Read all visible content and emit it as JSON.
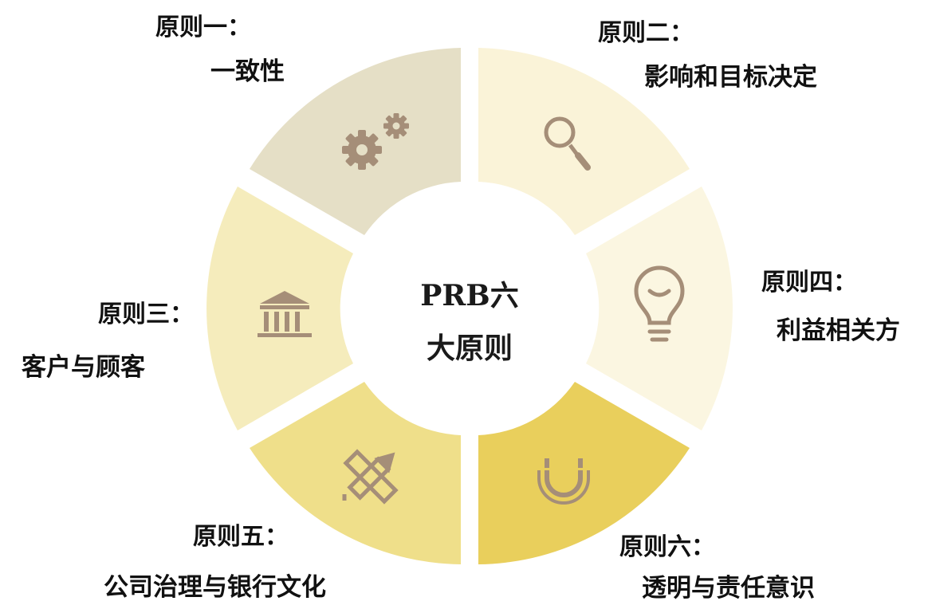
{
  "center": {
    "line1": "PRB六",
    "line2": "大原则"
  },
  "principles": [
    {
      "title": "原则一：",
      "subtitle": "一致性",
      "color": "#e5dfc6",
      "icon": "gears-icon"
    },
    {
      "title": "原则二：",
      "subtitle": "影响和目标决定",
      "color": "#faf3d8",
      "icon": "magnifier-icon"
    },
    {
      "title": "原则四：",
      "subtitle": "利益相关方",
      "color": "#fbf6e1",
      "icon": "lightbulb-icon"
    },
    {
      "title": "原则六：",
      "subtitle": "透明与责任意识",
      "color": "#e9cf5c",
      "icon": "magnet-icon"
    },
    {
      "title": "原则五：",
      "subtitle": "公司治理与银行文化",
      "color": "#efdf8a",
      "icon": "pencil-ruler-icon"
    },
    {
      "title": "原则三：",
      "subtitle": "客户与顾客",
      "color": "#f5ecbc",
      "icon": "bank-icon"
    }
  ],
  "icon_color": "#a58e78"
}
